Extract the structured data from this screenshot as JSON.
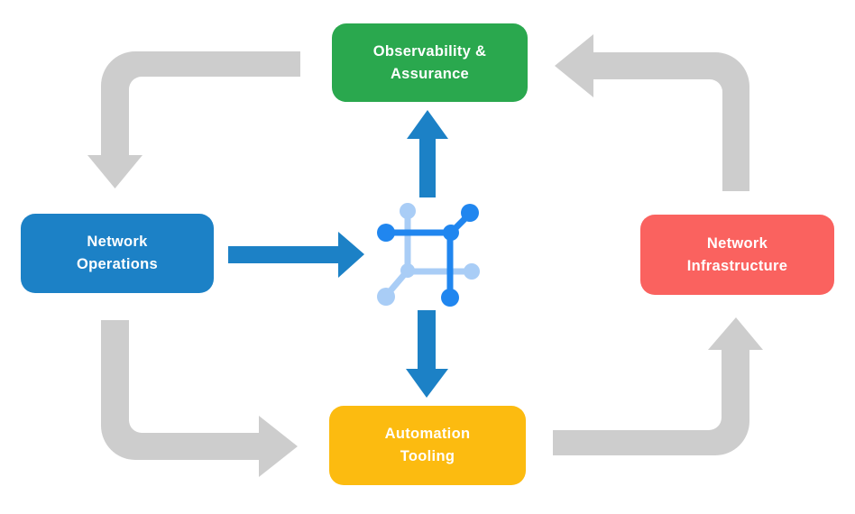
{
  "diagram": {
    "type": "cycle-flow",
    "center_icon": "network-mesh-icon",
    "nodes": {
      "observability": {
        "label": "Observability &\nAssurance",
        "color": "#2aa84e"
      },
      "operations": {
        "label": "Network\nOperations",
        "color": "#1c81c6"
      },
      "infrastructure": {
        "label": "Network\nInfrastructure",
        "color": "#fa625f"
      },
      "tooling": {
        "label": "Automation\nTooling",
        "color": "#fcbb10"
      }
    },
    "flows": {
      "outer_cycle": [
        "Observability & Assurance → Network Operations",
        "Network Operations → Automation Tooling",
        "Automation Tooling → Network Infrastructure",
        "Network Infrastructure → Observability & Assurance"
      ],
      "center_flows": [
        "Network Operations → network-mesh-icon",
        "network-mesh-icon → Observability & Assurance",
        "network-mesh-icon → Automation Tooling"
      ]
    },
    "colors": {
      "cycle_arrow": "#cdcdcd",
      "center_arrow": "#1c81c6",
      "icon_dark_blue": "#2086ef",
      "icon_light_blue": "#a9cdf6",
      "background": "#ffffff",
      "label_text": "#ffffff"
    }
  }
}
